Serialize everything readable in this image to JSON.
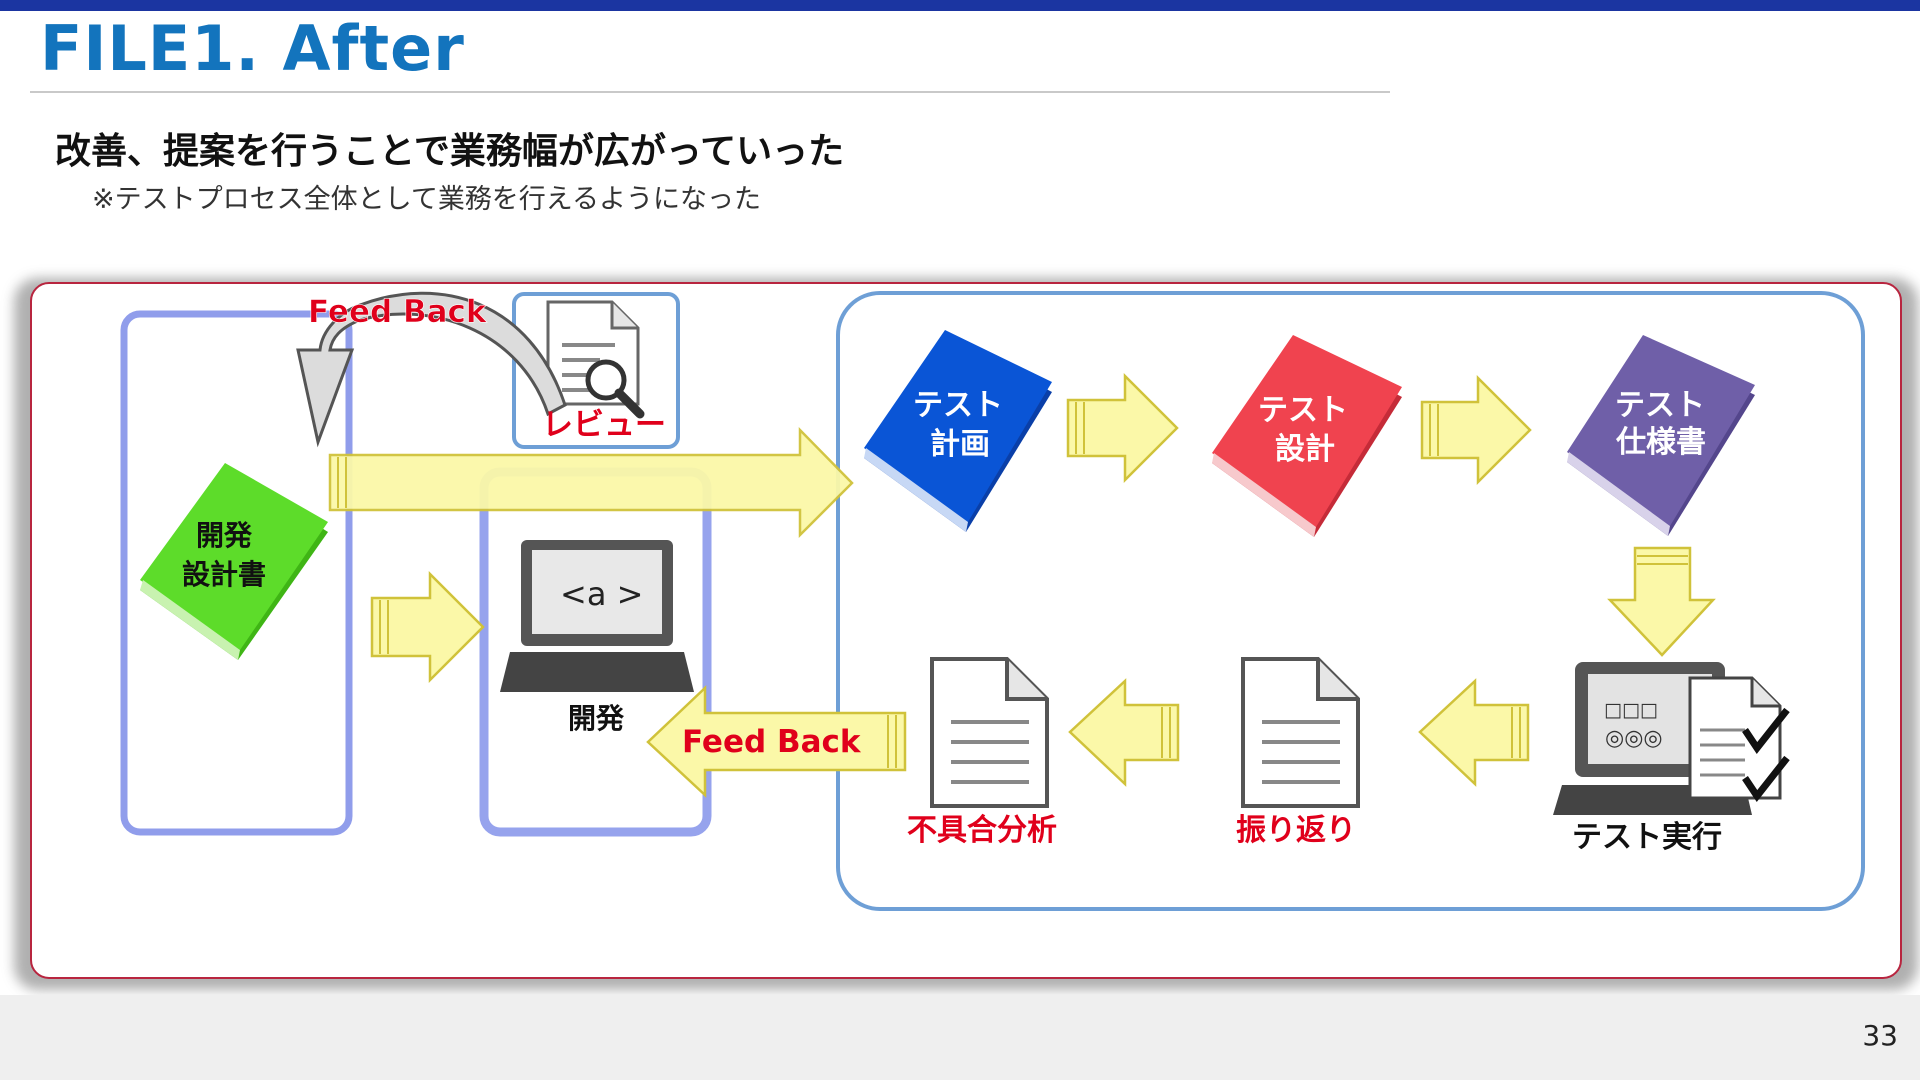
{
  "slide": {
    "title": "FILE1.  After",
    "subtitle": "改善、提案を行うことで業務幅が広がっていった",
    "note": "※テストプロセス全体として業務を行えるようになった",
    "page_number": "33"
  },
  "diagram": {
    "dev_doc_label": [
      "開発",
      "設計書"
    ],
    "review_label": "レビュー",
    "feedback_top": "Feed Back",
    "feedback_bottom": "Feed Back",
    "dev_label": "開発",
    "code_tag": "<a >",
    "test_plan_label": [
      "テスト",
      "計画"
    ],
    "test_design_label": [
      "テスト",
      "設計"
    ],
    "test_spec_label": [
      "テスト",
      "仕様書"
    ],
    "test_exec_label": "テスト実行",
    "retrospective_label": "振り返り",
    "defect_analysis_label": "不具合分析",
    "screen_boxes": "□□□",
    "screen_circles": "◎◎◎"
  },
  "colors": {
    "accent_title": "#1374bd",
    "top_bar": "#1b35a1",
    "red_label": "#e0001b",
    "test_plan_book": "#0a55d6",
    "test_design_book": "#f0434f",
    "test_spec_book": "#6f5fa8",
    "dev_doc_book": "#5ddc2a",
    "arrow_fill": "#fbf8a8",
    "blue_frame": "#7c8ce8",
    "process_frame": "#6e9fd6"
  }
}
